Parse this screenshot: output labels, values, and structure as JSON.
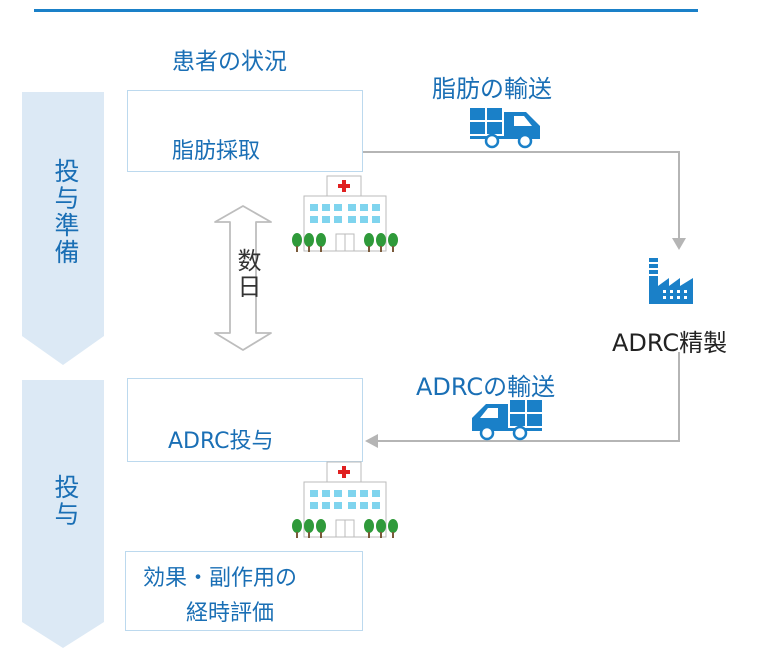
{
  "header": {
    "patient_status": "患者の状況"
  },
  "phases": [
    {
      "label": "投与準備"
    },
    {
      "label": "投与"
    }
  ],
  "steps": {
    "fat_collection": "脂肪採取",
    "fat_transport": "脂肪の輸送",
    "adrc_purification": "ADRC精製",
    "adrc_transport": "ADRCの輸送",
    "adrc_administration": "ADRC投与",
    "evaluation_line1": "効果・副作用の",
    "evaluation_line2": "経時評価"
  },
  "duration": {
    "label": "数日"
  },
  "icons": {
    "truck": "truck-icon",
    "factory": "factory-icon",
    "hospital": "hospital-icon"
  },
  "colors": {
    "accent": "#1a80c8",
    "text": "#1a6fb5",
    "phase_bar": "#dce9f5",
    "box_border": "#bcd9ee",
    "arrow": "#b5b5b5"
  }
}
